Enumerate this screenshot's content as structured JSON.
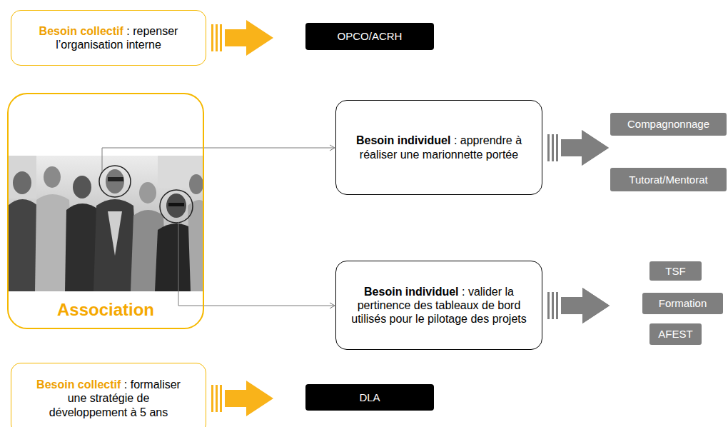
{
  "diagram": {
    "nodes": [
      {
        "text": [
          "Besoin collectif",
          ": repenser l’organisation interne"
        ]
      },
      {
        "text": [
          "OPCO/ACRH"
        ]
      },
      {
        "text": [
          "Association"
        ]
      },
      {
        "text": [
          "Besoin individuel",
          ": apprendre à réaliser une marionnette portée"
        ]
      },
      {
        "text": [
          "Compagnonnage"
        ]
      },
      {
        "text": [
          "Tutorat/Mentorat"
        ]
      },
      {
        "text": [
          "Besoin individuel",
          ": valider la pertinence des tableaux de bord utilisés pour le pilotage des projets"
        ]
      },
      {
        "text": [
          "TSF"
        ]
      },
      {
        "text": [
          "Formation"
        ]
      },
      {
        "text": [
          "AFEST"
        ]
      },
      {
        "text": [
          "Besoin collectif",
          ": formaliser une stratégie de développement à 5 ans"
        ]
      },
      {
        "text": [
          "DLA"
        ]
      }
    ],
    "edges": [
      {
        "from": 0,
        "to": 1,
        "arrow": "to"
      },
      {
        "from": 2,
        "to": 3,
        "arrow": "to"
      },
      {
        "from": 2,
        "to": 6,
        "arrow": "to"
      },
      {
        "from": 3,
        "to": 4,
        "arrow": "to"
      },
      {
        "from": 3,
        "to": 5,
        "arrow": "to"
      },
      {
        "from": 6,
        "to": 7,
        "arrow": "to"
      },
      {
        "from": 6,
        "to": 8,
        "arrow": "to"
      },
      {
        "from": 6,
        "to": 9,
        "arrow": "to"
      },
      {
        "from": 10,
        "to": 11,
        "arrow": "to"
      }
    ]
  }
}
